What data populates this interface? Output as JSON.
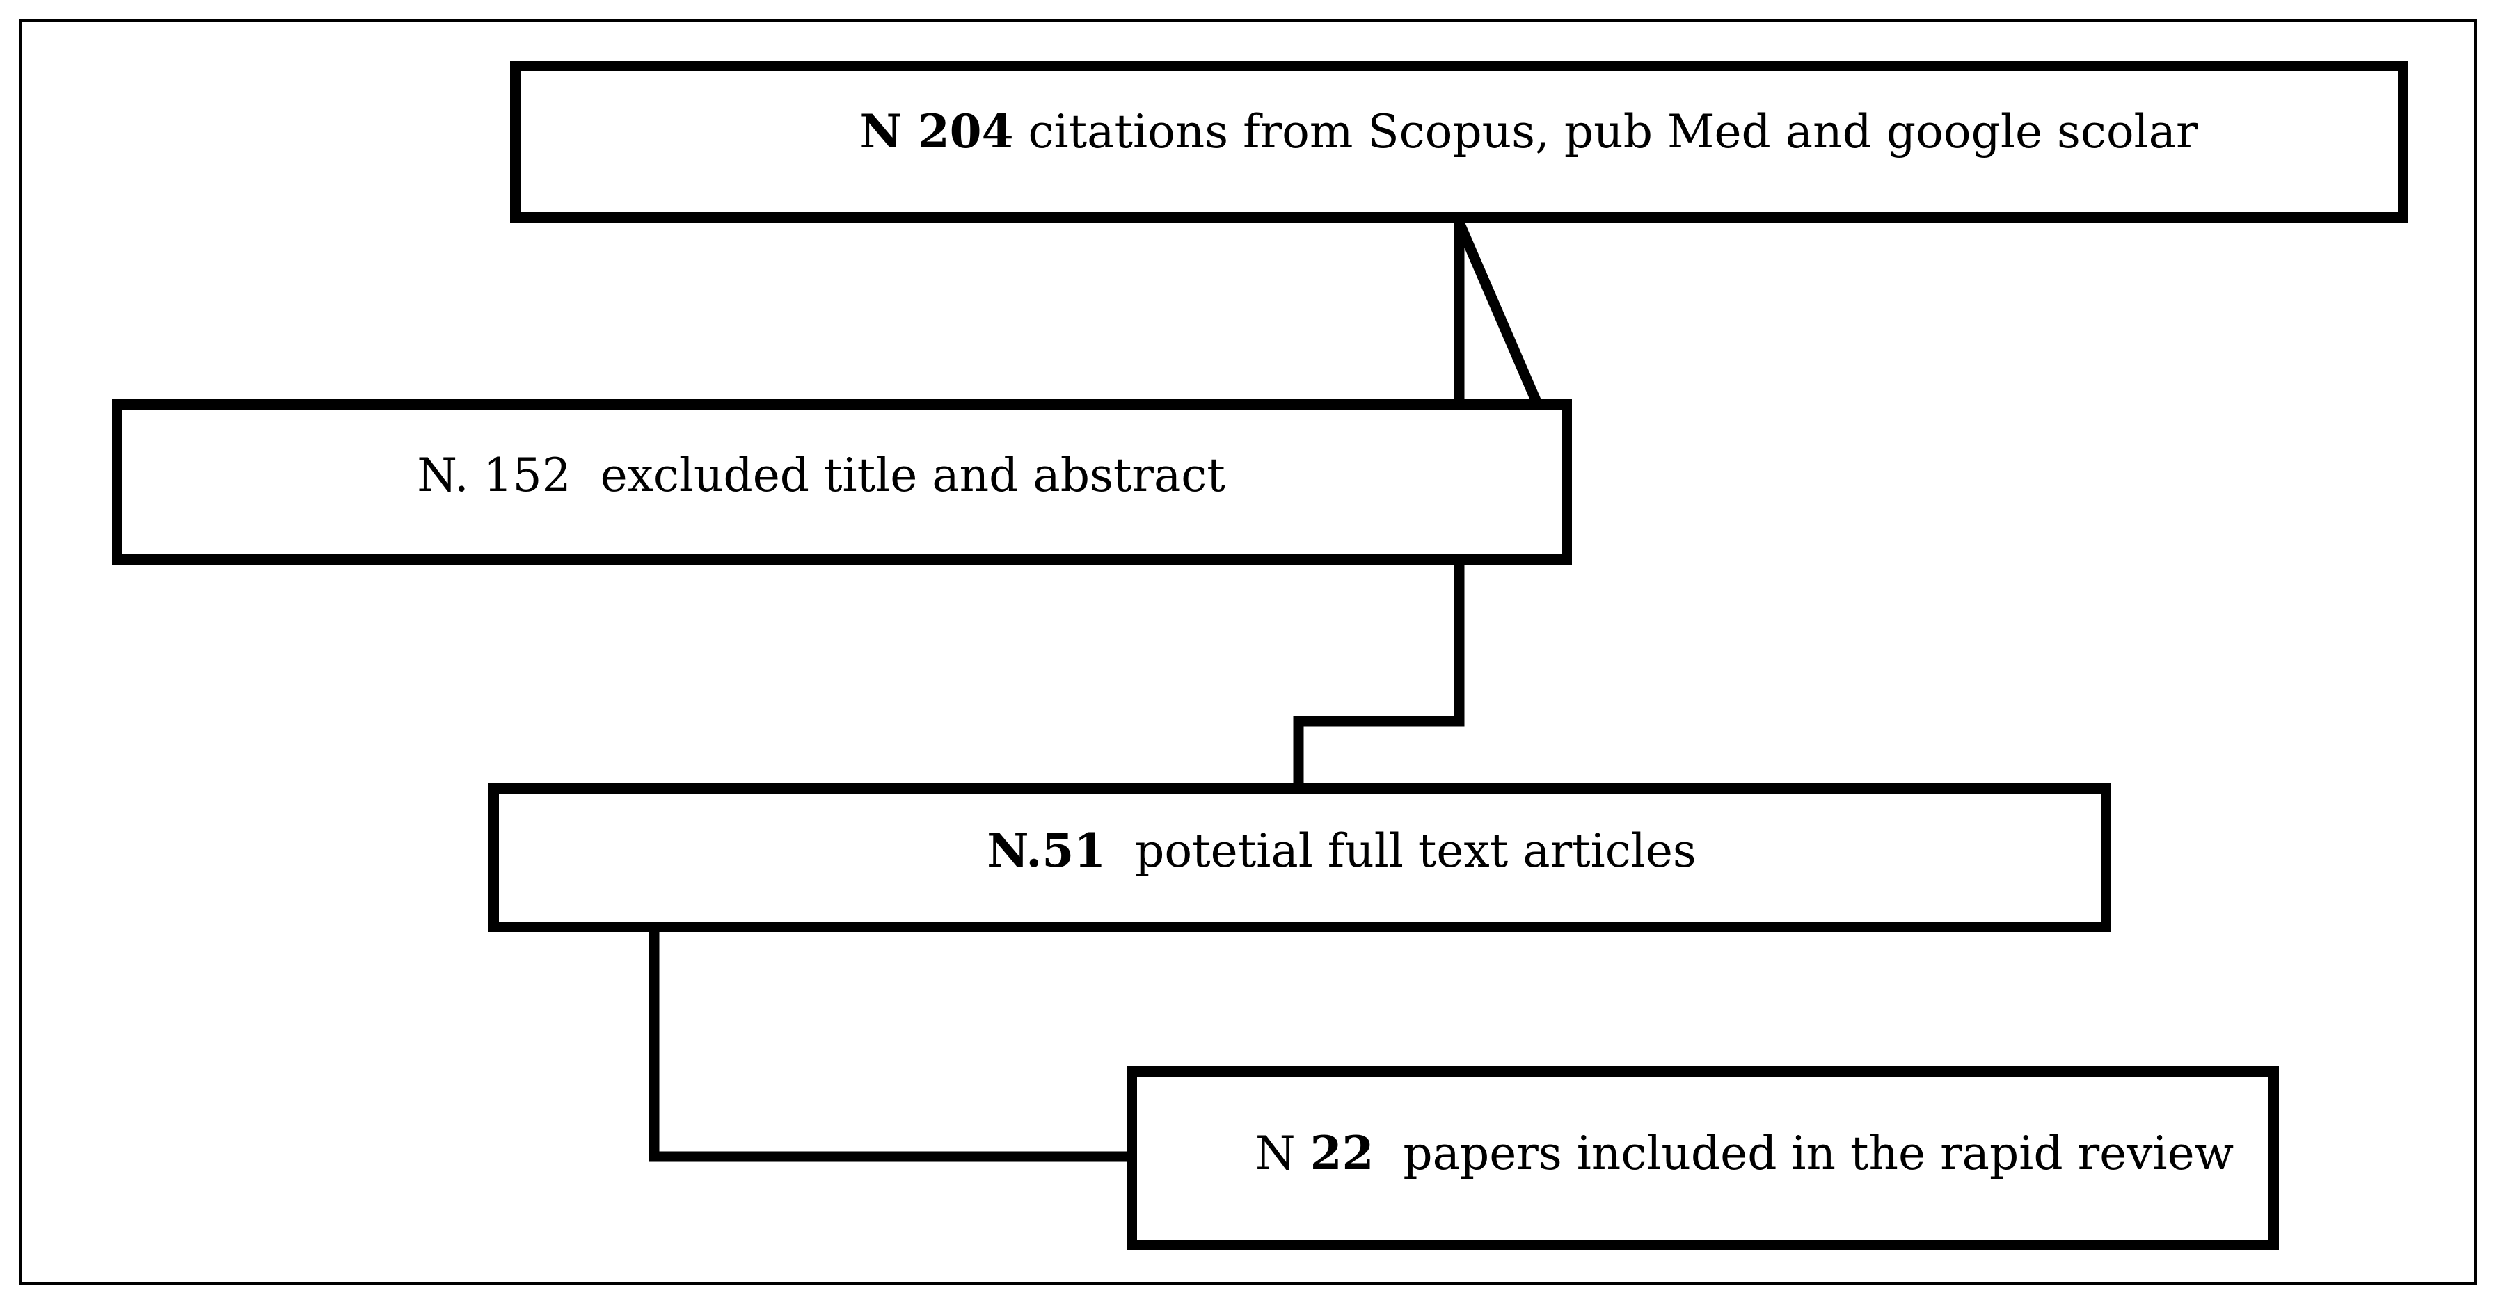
{
  "diagram": {
    "boxes": [
      {
        "id": "citations",
        "bold": "N 204",
        "rest": " citations from Scopus, pub Med and google scolar"
      },
      {
        "id": "excluded",
        "bold": "",
        "rest": "N. 152  excluded title and abstract"
      },
      {
        "id": "fulltext",
        "bold": "N.51",
        "rest": "  potetial full text articles"
      },
      {
        "id": "included",
        "prefix": "N ",
        "bold": "22",
        "rest": "  papers included in the rapid review"
      }
    ]
  },
  "colors": {
    "stroke": "#000000",
    "background": "#ffffff"
  }
}
